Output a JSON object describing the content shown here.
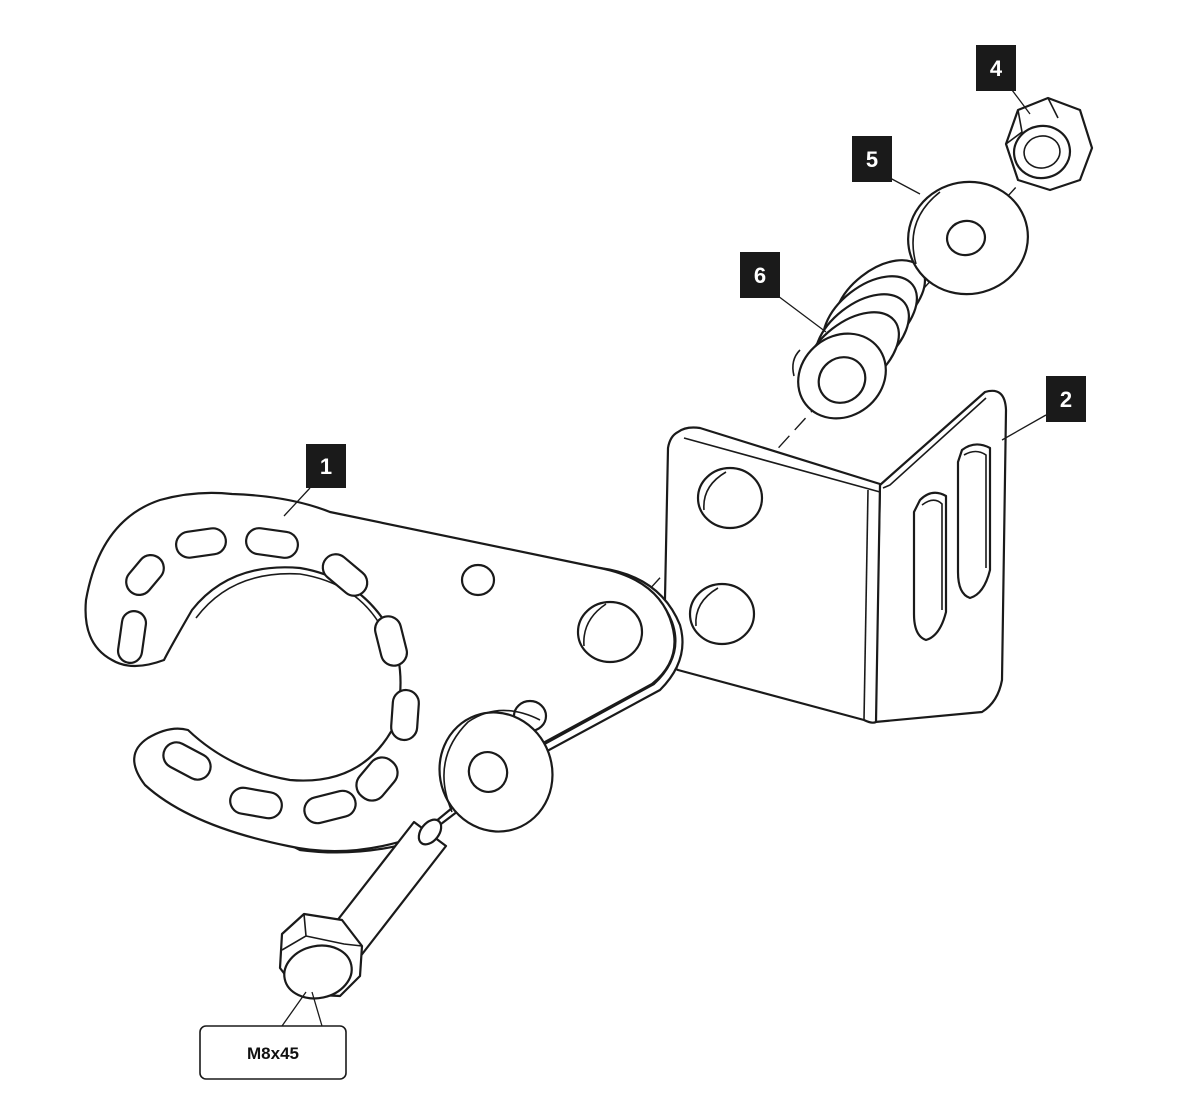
{
  "callouts": {
    "c1": "1",
    "c2": "2",
    "c4": "4",
    "c5": "5",
    "c6": "6"
  },
  "bolt_spec": "M8x45",
  "colors": {
    "ink": "#1a1a1a",
    "callout_fill": "#1a1a1a",
    "callout_text": "#ffffff",
    "background": "#ffffff"
  }
}
